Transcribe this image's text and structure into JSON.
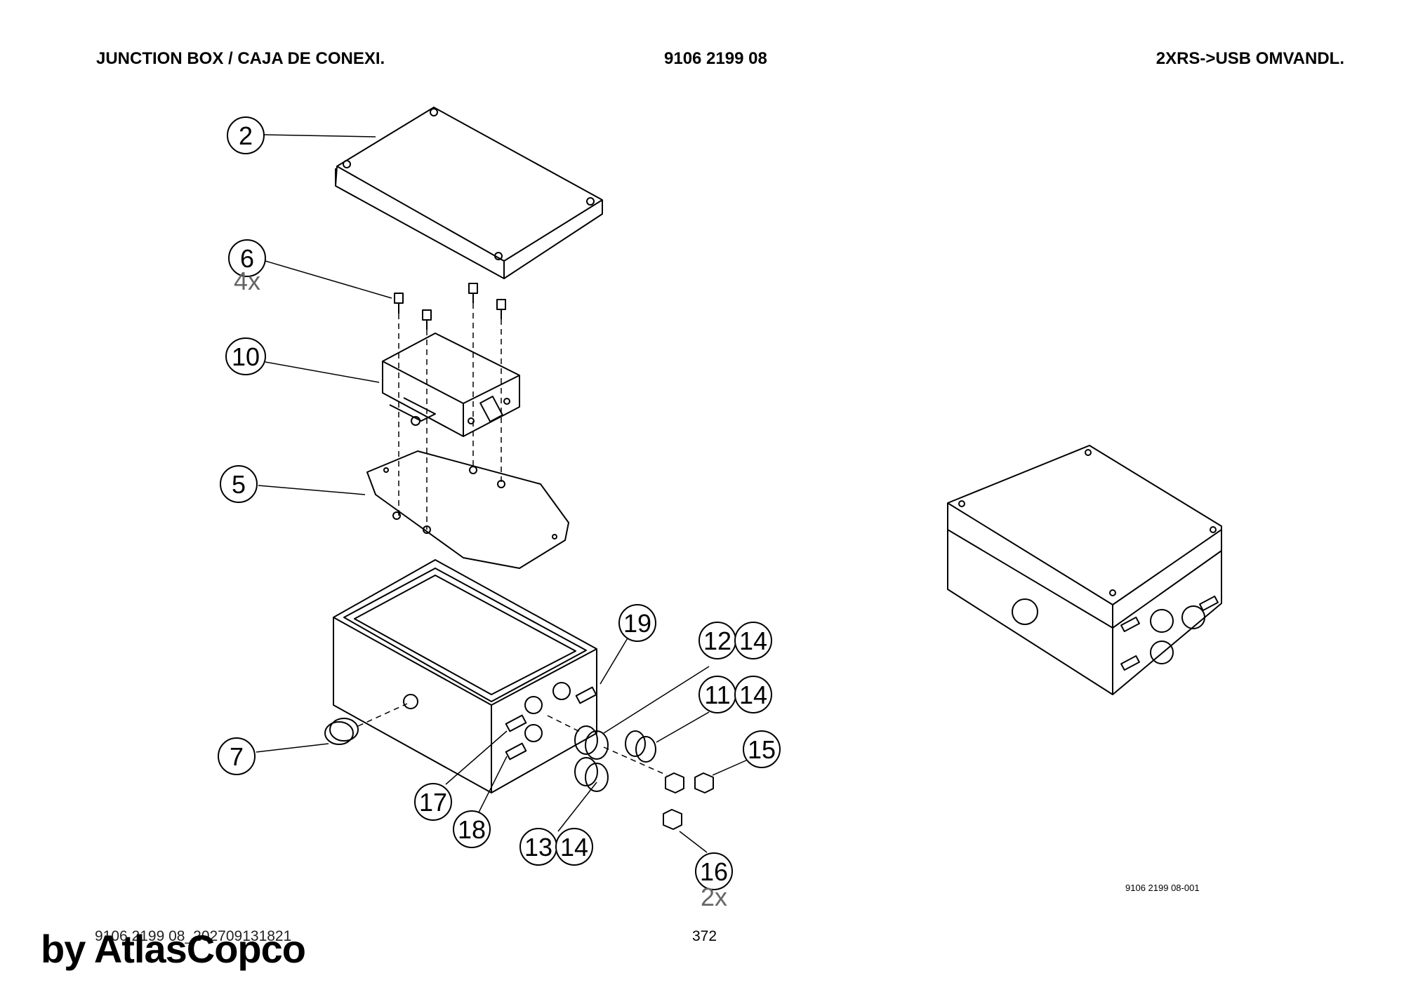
{
  "header": {
    "left": "JUNCTION BOX / CAJA DE CONEXI.",
    "center": "9106 2199 08",
    "right": "2XRS->USB OMVANDL."
  },
  "callouts": [
    {
      "label": "2"
    },
    {
      "label": "6",
      "qty": "4x"
    },
    {
      "label": "10"
    },
    {
      "label": "5"
    },
    {
      "label": "7"
    },
    {
      "label": "19"
    },
    {
      "label": "12"
    },
    {
      "label": "14"
    },
    {
      "label": "11"
    },
    {
      "label": "14"
    },
    {
      "label": "15"
    },
    {
      "label": "17"
    },
    {
      "label": "18"
    },
    {
      "label": "13"
    },
    {
      "label": "14"
    },
    {
      "label": "16",
      "qty": "2x"
    }
  ],
  "drawing_number": "9106 2199 08-001",
  "footer": {
    "doc_id": "9106 2199 08_202709131821",
    "page": "372"
  },
  "watermark": "by AtlasCopco"
}
